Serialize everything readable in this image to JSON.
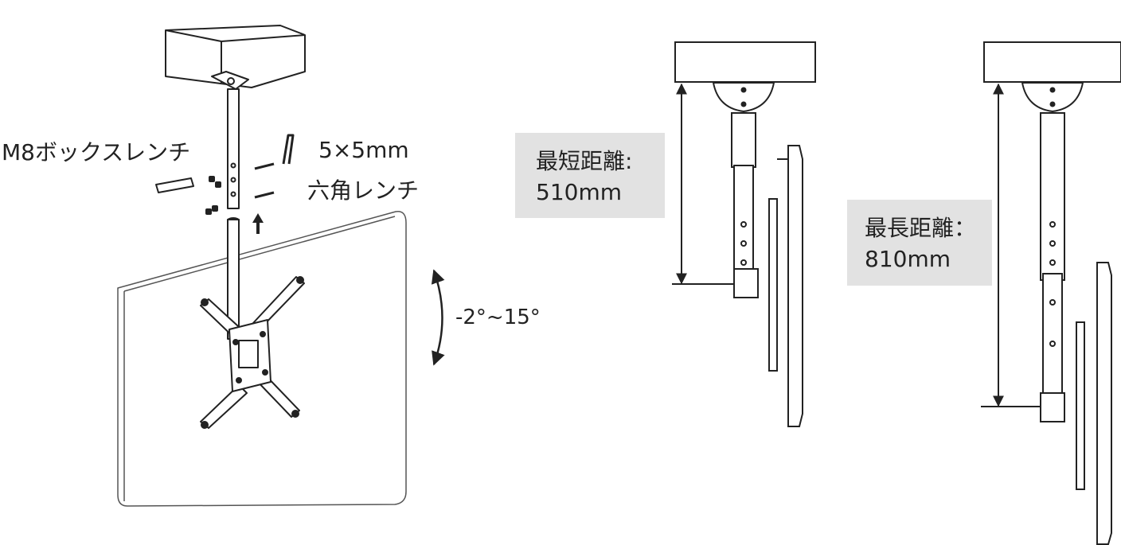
{
  "labels": {
    "wrench_box": "M8ボックスレンチ",
    "hex_size": "5×5mm",
    "hex_name": "六角レンチ",
    "tilt": "-2°~15°"
  },
  "min_distance": {
    "label": "最短距離:",
    "value": "510mm"
  },
  "max_distance": {
    "label": "最長距離：",
    "value": "810mm"
  },
  "colors": {
    "line": "#222222",
    "label_box": "#e2e2e2",
    "background": "#ffffff"
  }
}
